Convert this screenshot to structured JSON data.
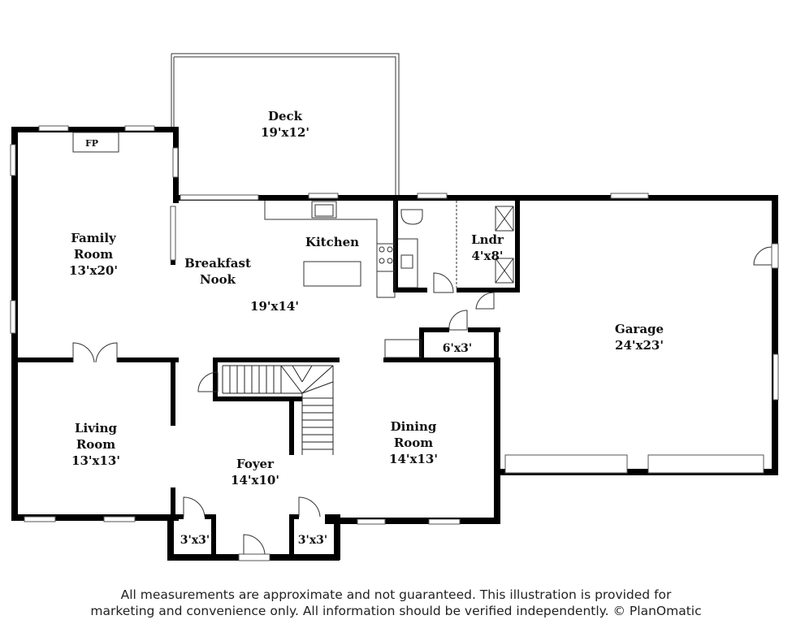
{
  "rooms": {
    "deck": {
      "name": "Deck",
      "size": "19'x12'"
    },
    "family": {
      "name1": "Family",
      "name2": "Room",
      "size": "13'x20'"
    },
    "fireplace": {
      "label": "FP"
    },
    "kitchen": {
      "name": "Kitchen"
    },
    "breakfast": {
      "name1": "Breakfast",
      "name2": "Nook",
      "size": "19'x14'"
    },
    "laundry": {
      "name": "Lndr",
      "size": "4'x8'"
    },
    "garage": {
      "name": "Garage",
      "size": "24'x23'"
    },
    "closet_center": {
      "size": "6'x3'"
    },
    "living": {
      "name1": "Living",
      "name2": "Room",
      "size": "13'x13'"
    },
    "foyer": {
      "name": "Foyer",
      "size": "14'x10'"
    },
    "dining": {
      "name1": "Dining",
      "name2": "Room",
      "size": "14'x13'"
    },
    "closet_left": {
      "size": "3'x3'"
    },
    "closet_right": {
      "size": "3'x3'"
    }
  },
  "disclaimer": {
    "line1": "All measurements are approximate and not guaranteed. This illustration is provided for",
    "line2": "marketing and convenience only. All information should be verified independently. © PlanOmatic"
  }
}
